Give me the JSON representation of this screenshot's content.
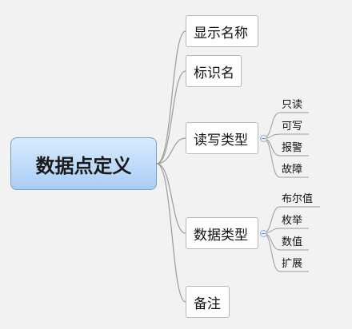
{
  "root": {
    "label": "数据点定义"
  },
  "branches": [
    {
      "label": "显示名称"
    },
    {
      "label": "标识名"
    },
    {
      "label": "读写类型",
      "children": [
        "只读",
        "可写",
        "报警",
        "故障"
      ]
    },
    {
      "label": "数据类型",
      "children": [
        "布尔值",
        "枚举",
        "数值",
        "扩展"
      ]
    },
    {
      "label": "备注"
    }
  ]
}
